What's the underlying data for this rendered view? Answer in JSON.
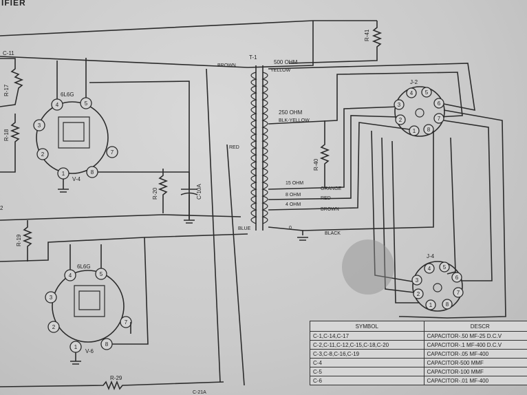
{
  "title_fragment": "IFIER",
  "components": {
    "capacitors": {
      "c11": "C-11",
      "c10a": "C-10A",
      "c21a": "C-21A"
    },
    "resistors": {
      "r17": "R-17",
      "r18": "R-18",
      "r19": "R-19",
      "r20": "R-20",
      "r29": "R-29",
      "r40": "R-40",
      "r41": "R-41"
    },
    "tubes": [
      {
        "type": "6L6G",
        "ref": "V-4",
        "pins": [
          "1",
          "2",
          "3",
          "4",
          "5",
          "7",
          "8"
        ]
      },
      {
        "type": "6L6G",
        "ref": "V-6",
        "pins": [
          "1",
          "2",
          "3",
          "4",
          "5",
          "7",
          "8"
        ]
      }
    ],
    "transformer": {
      "ref": "T-1"
    },
    "jacks": [
      {
        "ref": "J-2",
        "pins": [
          "1",
          "2",
          "3",
          "4",
          "5",
          "6",
          "7",
          "8"
        ]
      },
      {
        "ref": "J-4",
        "pins": [
          "1",
          "2",
          "3",
          "4",
          "5",
          "6",
          "7",
          "8"
        ]
      }
    ],
    "edge_number": "2"
  },
  "transformer_labels": {
    "brown": "BROWN",
    "ohm500": "500 OHM",
    "yellow": "YELLOW",
    "ohm250": "250 OHM",
    "blk_yellow": "BLK-YELLOW",
    "red": "RED",
    "ohm15": "15 OHM",
    "orange": "ORANGE",
    "ohm8": "8 OHM",
    "red2": "RED",
    "ohm4": "4 OHM",
    "brown2": "BROWN",
    "blue": "BLUE",
    "zero": "0",
    "black": "BLACK"
  },
  "parts_table": {
    "headers": [
      "SYMBOL",
      "DESCR"
    ],
    "rows": [
      [
        "C-1,C-14,C-17",
        "CAPACITOR-.50 MF-25 D.C.V"
      ],
      [
        "C-2,C-11,C-12,C-15,C-18,C-20",
        "CAPACITOR-.1 MF-400 D.C.V"
      ],
      [
        "C-3,C-8,C-16,C-19",
        "CAPACITOR-.05 MF-400"
      ],
      [
        "C-4",
        "CAPACITOR-500 MMF"
      ],
      [
        "C-5",
        "CAPACITOR-100 MMF"
      ],
      [
        "C-6",
        "CAPACITOR-.01 MF-400"
      ]
    ]
  }
}
